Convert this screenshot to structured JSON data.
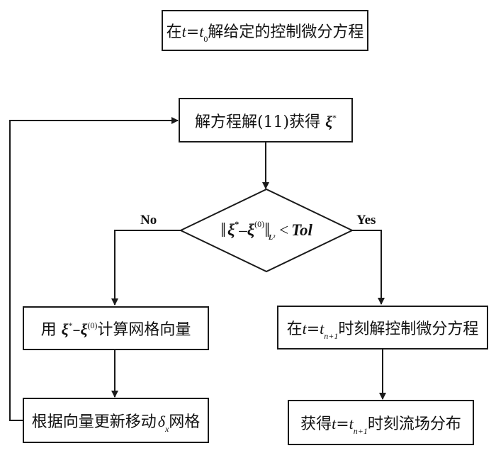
{
  "diagram": {
    "type": "flowchart",
    "nodes": {
      "start": {
        "prefix": "在",
        "math_var": "t",
        "eq": "=",
        "math_var2": "t",
        "subscript": "0",
        "suffix": "解给定的控制微分方程"
      },
      "solve": {
        "prefix": "解方程解(11)获得 ",
        "symbol": "ξ",
        "superscript": "*"
      },
      "decision": {
        "norm_open": "‖",
        "symbol1": "ξ",
        "sup1": "*",
        "minus": "–",
        "symbol2": "ξ",
        "sup2": "(0)",
        "norm_close": "‖",
        "norm_sub": "L²",
        "comparison": "<",
        "tol": "Tol"
      },
      "compute_mesh": {
        "prefix": "用 ",
        "symbol1": "ξ",
        "sup1": "*",
        "minus": "–",
        "symbol2": "ξ",
        "sup2": "(0)",
        "suffix": "计算网格向量"
      },
      "update_mesh": {
        "prefix": "根据向量更新移动",
        "symbol": "δ",
        "subscript": "x",
        "suffix": "网格"
      },
      "solve_next": {
        "prefix": "在",
        "math_var": "t",
        "eq": "=",
        "math_var2": "t",
        "subscript": "n+1",
        "suffix": "时刻解控制微分方程"
      },
      "result": {
        "prefix": "获得",
        "math_var": "t",
        "eq": "=",
        "math_var2": "t",
        "subscript": "n+1",
        "suffix": "时刻流场分布"
      }
    },
    "edges": [
      {
        "from": "solve",
        "to": "decision",
        "label": ""
      },
      {
        "from": "decision",
        "to": "compute_mesh",
        "label": "No"
      },
      {
        "from": "decision",
        "to": "solve_next",
        "label": "Yes"
      },
      {
        "from": "compute_mesh",
        "to": "update_mesh",
        "label": ""
      },
      {
        "from": "update_mesh",
        "to": "solve",
        "label": ""
      },
      {
        "from": "solve_next",
        "to": "result",
        "label": ""
      }
    ],
    "labels": {
      "no": "No",
      "yes": "Yes"
    },
    "colors": {
      "line": "#1a1a1a",
      "background": "#ffffff"
    }
  }
}
